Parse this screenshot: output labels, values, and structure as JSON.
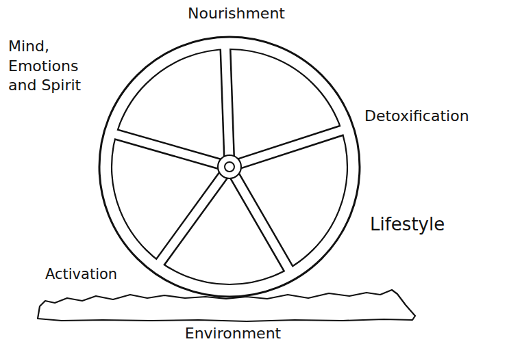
{
  "diagram": {
    "labels": [
      "Nourishment",
      "Mind, Emotions and Spirit",
      "Detoxification",
      "Lifestyle",
      "Activation",
      "Environment"
    ]
  }
}
